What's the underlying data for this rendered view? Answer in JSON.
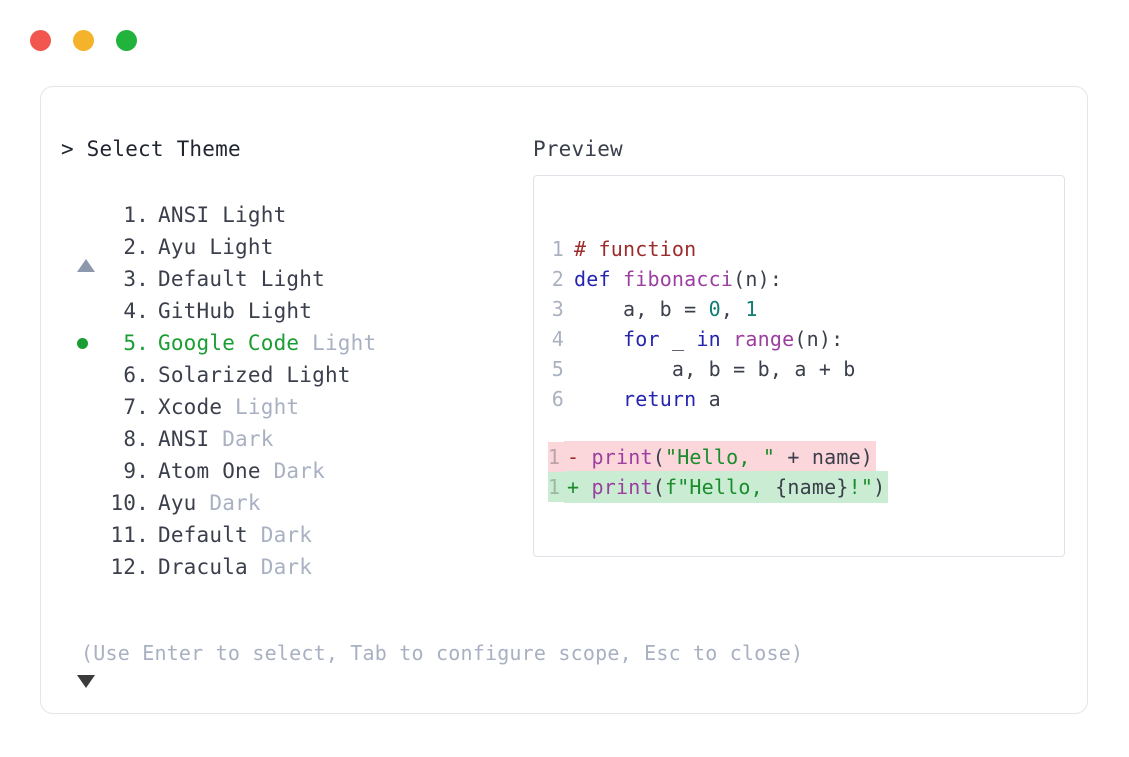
{
  "window": {
    "traffic_lights": [
      {
        "name": "close",
        "color": "#f2574f"
      },
      {
        "name": "minimize",
        "color": "#f5b32b"
      },
      {
        "name": "maximize",
        "color": "#22b33c"
      }
    ]
  },
  "prompt": {
    "text": "> Select Theme",
    "scroll_up_indicator": "▲",
    "scroll_down_indicator": "▼"
  },
  "preview": {
    "label": "Preview"
  },
  "themes": {
    "selected_index": 5,
    "items": [
      {
        "index": "1.",
        "name": "ANSI",
        "variant": "Light",
        "variant_muted": false,
        "selected": false
      },
      {
        "index": "2.",
        "name": "Ayu",
        "variant": "Light",
        "variant_muted": false,
        "selected": false
      },
      {
        "index": "3.",
        "name": "Default",
        "variant": "Light",
        "variant_muted": false,
        "selected": false
      },
      {
        "index": "4.",
        "name": "GitHub",
        "variant": "Light",
        "variant_muted": false,
        "selected": false
      },
      {
        "index": "5.",
        "name": "Google Code",
        "variant": "Light",
        "variant_muted": true,
        "selected": true
      },
      {
        "index": "6.",
        "name": "Solarized",
        "variant": "Light",
        "variant_muted": false,
        "selected": false
      },
      {
        "index": "7.",
        "name": "Xcode",
        "variant": "Light",
        "variant_muted": true,
        "selected": false
      },
      {
        "index": "8.",
        "name": "ANSI",
        "variant": "Dark",
        "variant_muted": true,
        "selected": false
      },
      {
        "index": "9.",
        "name": "Atom One",
        "variant": "Dark",
        "variant_muted": true,
        "selected": false
      },
      {
        "index": "10.",
        "name": "Ayu",
        "variant": "Dark",
        "variant_muted": true,
        "selected": false
      },
      {
        "index": "11.",
        "name": "Default",
        "variant": "Dark",
        "variant_muted": true,
        "selected": false
      },
      {
        "index": "12.",
        "name": "Dracula",
        "variant": "Dark",
        "variant_muted": true,
        "selected": false
      }
    ]
  },
  "code": {
    "language": "python",
    "lines": [
      {
        "num": "1",
        "tokens": [
          {
            "t": "# function",
            "c": "t-cmt"
          }
        ]
      },
      {
        "num": "2",
        "tokens": [
          {
            "t": "def ",
            "c": "t-kw"
          },
          {
            "t": "fibonacci",
            "c": "t-fn"
          },
          {
            "t": "(n):",
            "c": "t-plain"
          }
        ]
      },
      {
        "num": "3",
        "tokens": [
          {
            "t": "    a, b = ",
            "c": "t-plain"
          },
          {
            "t": "0",
            "c": "t-num"
          },
          {
            "t": ", ",
            "c": "t-plain"
          },
          {
            "t": "1",
            "c": "t-num"
          }
        ]
      },
      {
        "num": "4",
        "tokens": [
          {
            "t": "    ",
            "c": "t-plain"
          },
          {
            "t": "for",
            "c": "t-kw"
          },
          {
            "t": " _ ",
            "c": "t-plain"
          },
          {
            "t": "in",
            "c": "t-kw"
          },
          {
            "t": " ",
            "c": "t-plain"
          },
          {
            "t": "range",
            "c": "t-fn"
          },
          {
            "t": "(n):",
            "c": "t-plain"
          }
        ]
      },
      {
        "num": "5",
        "tokens": [
          {
            "t": "        a, b = b, a + b",
            "c": "t-plain"
          }
        ]
      },
      {
        "num": "6",
        "tokens": [
          {
            "t": "    ",
            "c": "t-plain"
          },
          {
            "t": "return",
            "c": "t-kw"
          },
          {
            "t": " a",
            "c": "t-plain"
          }
        ]
      }
    ]
  },
  "diff": {
    "removed": {
      "num": "1",
      "sign": "-",
      "tokens": [
        {
          "t": "print",
          "c": "t-fn"
        },
        {
          "t": "(",
          "c": "t-plain"
        },
        {
          "t": "\"Hello, \"",
          "c": "t-str"
        },
        {
          "t": " + name)",
          "c": "t-plain"
        }
      ],
      "bg": "#fbd6da"
    },
    "added": {
      "num": "1",
      "sign": "+",
      "tokens": [
        {
          "t": "print",
          "c": "t-fn"
        },
        {
          "t": "(",
          "c": "t-plain"
        },
        {
          "t": "f\"Hello, ",
          "c": "t-str"
        },
        {
          "t": "{name}",
          "c": "t-plain"
        },
        {
          "t": "!\"",
          "c": "t-str"
        },
        {
          "t": ")",
          "c": "t-plain"
        }
      ],
      "bg": "#c9ecd2"
    }
  },
  "footer": {
    "hint": "(Use Enter to select, Tab to configure scope, Esc to close)"
  }
}
